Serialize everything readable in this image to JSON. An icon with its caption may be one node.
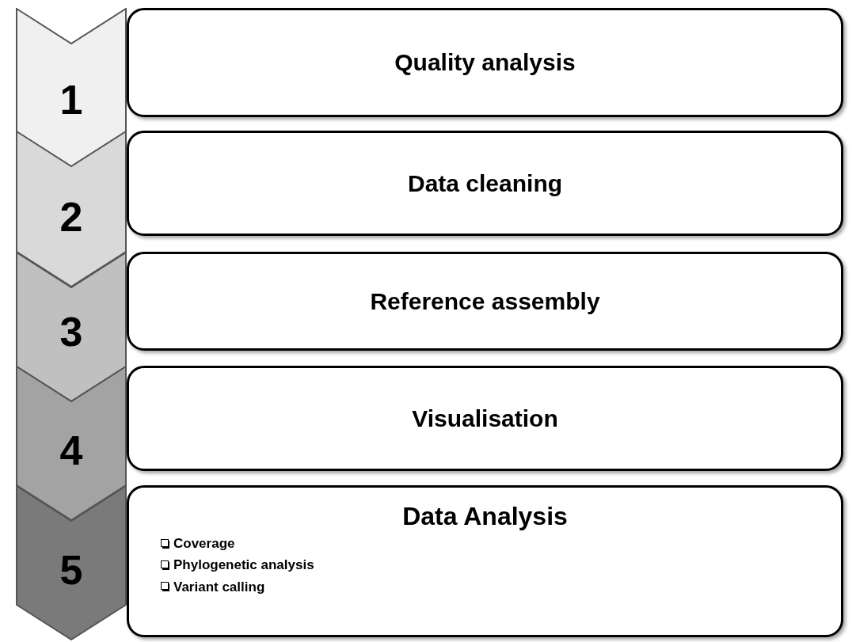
{
  "diagram": {
    "nodes": [
      {
        "text": [
          "1"
        ]
      },
      {
        "text": [
          "Quality analysis"
        ]
      },
      {
        "text": [
          "2"
        ]
      },
      {
        "text": [
          "Data cleaning"
        ]
      },
      {
        "text": [
          "3"
        ]
      },
      {
        "text": [
          "Reference assembly"
        ]
      },
      {
        "text": [
          "4"
        ]
      },
      {
        "text": [
          "Visualisation"
        ]
      },
      {
        "text": [
          "5"
        ]
      },
      {
        "text": [
          "Data Analysis",
          "Coverage",
          "Phylogenetic analysis",
          "Variant calling"
        ]
      }
    ]
  }
}
